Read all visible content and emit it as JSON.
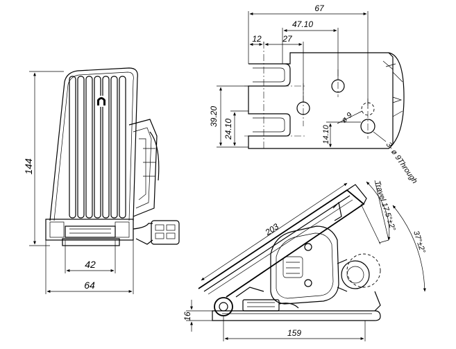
{
  "front_view": {
    "height": "144",
    "inner_width": "42",
    "outer_width": "64"
  },
  "top_view": {
    "width_67": "67",
    "width_47_10": "47.10",
    "width_12": "12",
    "width_27": "27",
    "height_39_20": "39.20",
    "height_24_10": "24.10",
    "height_14_10": "14.10",
    "hole_small": "ø 9",
    "hole_through": "3- ø 9Through"
  },
  "side_view": {
    "length": "203",
    "travel": "Travel 17.5°±2°",
    "angle": "37°±2°",
    "height": "16",
    "base_length": "159"
  }
}
